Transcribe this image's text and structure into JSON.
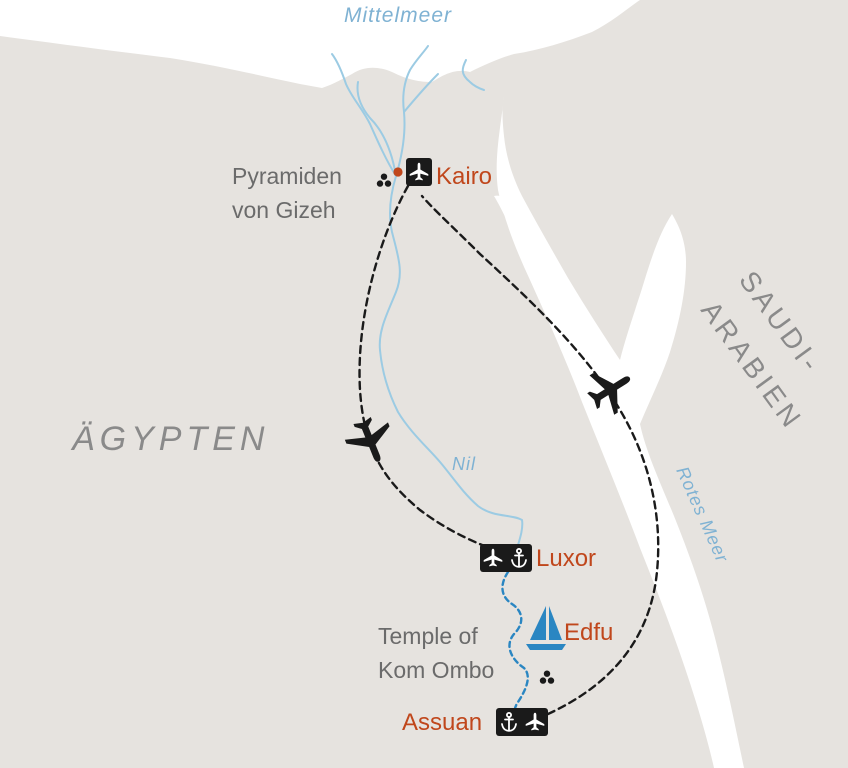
{
  "colors": {
    "land": "#e6e3df",
    "sea": "#ffffff",
    "river": "#9ccbe3",
    "water_label": "#7fb2d3",
    "route_flight": "#1a1a1a",
    "route_cruise": "#2a86c2",
    "city_label": "#c0471c",
    "poi_label": "#6b6b6b",
    "country_label": "#8a8a8a",
    "icon_box": "#1a1a1a",
    "sail": "#2a86c2"
  },
  "water_labels": {
    "mediterranean": "Mittelmeer",
    "nile": "Nil",
    "red_sea": "Rotes Meer"
  },
  "countries": {
    "egypt": "ÄGYPTEN",
    "saudi_line1": "SAUDI-",
    "saudi_line2": "ARABIEN"
  },
  "cities": {
    "cairo": "Kairo",
    "luxor": "Luxor",
    "edfu": "Edfu",
    "aswan": "Assuan"
  },
  "sights": {
    "giza_line1": "Pyramiden",
    "giza_line2": "von Gizeh",
    "komombo_line1": "Temple of",
    "komombo_line2": "Kom Ombo"
  },
  "icons": {
    "cairo": [
      "airplane-icon"
    ],
    "luxor": [
      "airplane-icon",
      "anchor-icon"
    ],
    "aswan": [
      "anchor-icon",
      "airplane-icon"
    ],
    "edfu": [
      "sailboat-icon"
    ],
    "sights": [
      "ruins-icon"
    ]
  }
}
